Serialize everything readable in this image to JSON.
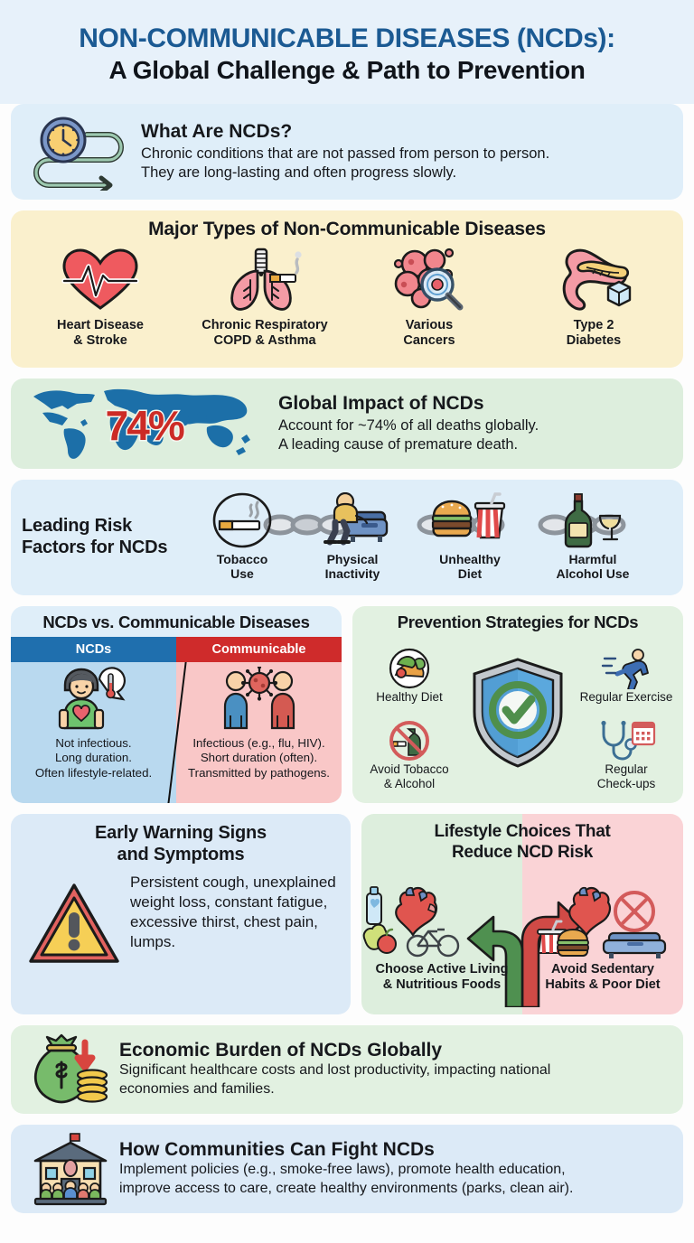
{
  "header": {
    "title_line1": "NON-COMMUNICABLE DISEASES (NCDs):",
    "title_line2": "A Global Challenge & Path to Prevention",
    "accent_color": "#1b5a93",
    "band_color": "#e7f1fa"
  },
  "what_are_ncds": {
    "icon": "clock-winding-path-icon",
    "heading": "What Are NCDs?",
    "line1": "Chronic conditions that are not passed from person to person.",
    "line2": "They are long-lasting and often progress slowly."
  },
  "major_types": {
    "heading": "Major Types of Non-Communicable Diseases",
    "items": [
      {
        "icon": "heart-pulse-icon",
        "label_line1": "Heart Disease",
        "label_line2": "& Stroke"
      },
      {
        "icon": "lungs-icon",
        "label_line1": "Chronic Respiratory",
        "label_line2": "COPD & Asthma"
      },
      {
        "icon": "cancer-cells-icon",
        "label_line1": "Various",
        "label_line2": "Cancers"
      },
      {
        "icon": "pancreas-icon",
        "label_line1": "Type 2",
        "label_line2": "Diabetes"
      }
    ]
  },
  "global_impact": {
    "icon": "world-map-icon",
    "percent": "74%",
    "percent_color": "#cc2b26",
    "heading": "Global Impact of NCDs",
    "line1": "Account for ~74% of all deaths globally.",
    "line2": "A leading cause of premature death."
  },
  "risk_factors": {
    "heading_line1": "Leading Risk",
    "heading_line2": "Factors for NCDs",
    "items": [
      {
        "icon": "cigarette-icon",
        "label_line1": "Tobacco",
        "label_line2": "Use"
      },
      {
        "icon": "sofa-sitting-icon",
        "label_line1": "Physical",
        "label_line2": "Inactivity"
      },
      {
        "icon": "burger-soda-icon",
        "label_line1": "Unhealthy",
        "label_line2": "Diet"
      },
      {
        "icon": "bottle-glass-icon",
        "label_line1": "Harmful",
        "label_line2": "Alcohol Use"
      }
    ]
  },
  "comparison": {
    "heading": "NCDs vs. Communicable Diseases",
    "left": {
      "bar_label": "NCDs",
      "bar_color": "#1f6fae",
      "pane_color": "#b9d9ef",
      "icon": "person-thermometer-icon",
      "lines": [
        "Not infectious.",
        "Long duration.",
        "Often lifestyle-related."
      ]
    },
    "right": {
      "bar_label": "Communicable",
      "bar_color": "#cf2b2b",
      "pane_color": "#f9c7c7",
      "icon": "virus-two-people-icon",
      "lines": [
        "Infectious (e.g., flu, HIV).",
        "Short duration (often).",
        "Transmitted by pathogens."
      ]
    }
  },
  "prevention": {
    "heading": "Prevention Strategies for NCDs",
    "center_icon": "shield-check-icon",
    "items": [
      {
        "icon": "vegetable-plate-icon",
        "label_line1": "Healthy Diet",
        "label_line2": ""
      },
      {
        "icon": "running-person-icon",
        "label_line1": "Regular Exercise",
        "label_line2": ""
      },
      {
        "icon": "no-smoking-alcohol-icon",
        "label_line1": "Avoid Tobacco",
        "label_line2": "& Alcohol"
      },
      {
        "icon": "stethoscope-calendar-icon",
        "label_line1": "Regular",
        "label_line2": "Check-ups"
      }
    ]
  },
  "early_warning": {
    "heading_line1": "Early Warning Signs",
    "heading_line2": "and Symptoms",
    "icon": "warning-triangle-icon",
    "body": "Persistent cough, unexplained weight loss, constant fatigue, excessive thirst, chest pain, lumps."
  },
  "lifestyle": {
    "heading_line1": "Lifestyle Choices That",
    "heading_line2": "Reduce NCD Risk",
    "good": {
      "icon": "bottle-heart-fruit-bicycle-icon",
      "arrow": "green-left-arrow-icon",
      "label_line1": "Choose Active Living",
      "label_line2": "& Nutritious Foods",
      "bg_color": "#ddeedd"
    },
    "bad": {
      "icon": "heart-burger-sofa-icon",
      "arrow": "red-right-arrow-icon",
      "label_line1": "Avoid Sedentary",
      "label_line2": "Habits & Poor Diet",
      "bg_color": "#fad3d6"
    }
  },
  "economic_burden": {
    "icon": "money-bag-coins-down-arrow-icon",
    "heading": "Economic Burden of NCDs Globally",
    "line1": "Significant healthcare costs and lost productivity, impacting national",
    "line2": "economies and families."
  },
  "communities": {
    "icon": "community-building-people-icon",
    "heading": "How Communities Can Fight NCDs",
    "line1": "Implement policies (e.g., smoke-free laws), promote health education,",
    "line2": "improve access to care, create healthy environments (parks, clean air)."
  }
}
